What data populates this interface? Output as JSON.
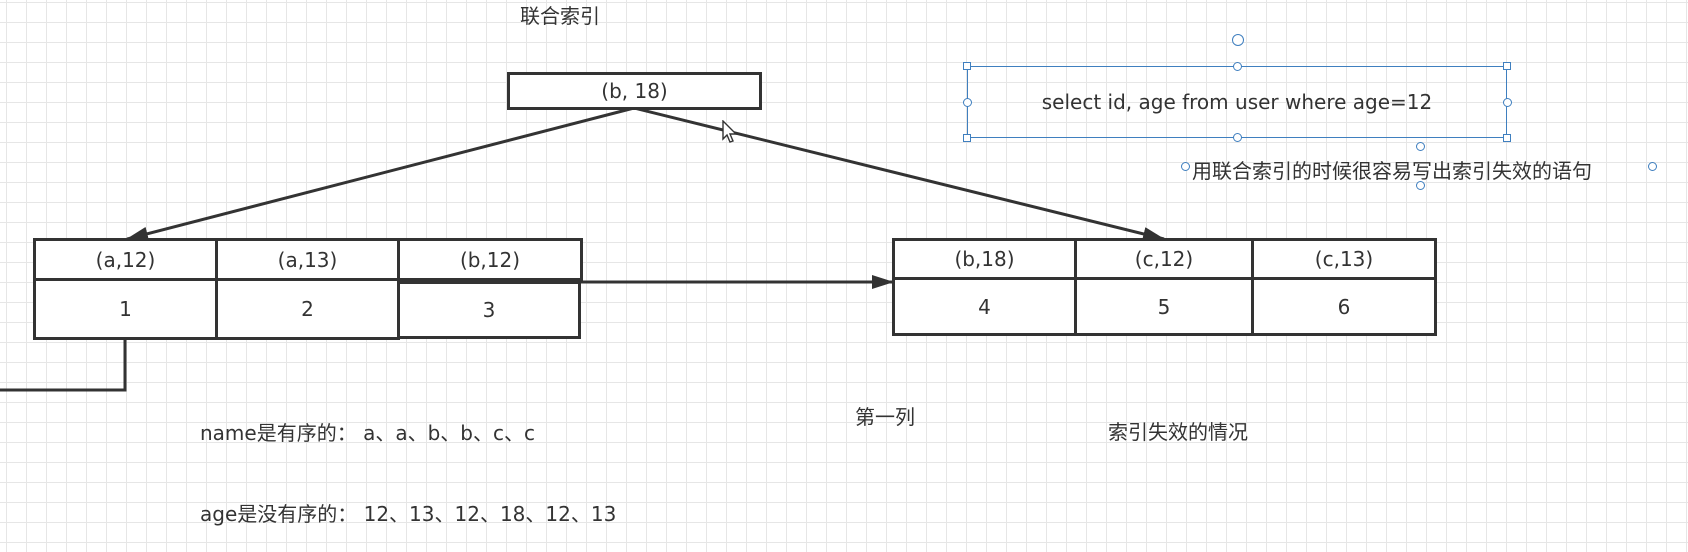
{
  "diagram": {
    "title": "联合索引",
    "root_key": "(b, 18)",
    "left_leaf": {
      "keys": [
        "(a,12)",
        "(a,13)",
        "(b,12)"
      ],
      "values": [
        "1",
        "2",
        "3"
      ]
    },
    "right_leaf": {
      "keys": [
        "(b,18)",
        "(c,12)",
        "(c,13)"
      ],
      "values": [
        "4",
        "5",
        "6"
      ]
    },
    "selected_text": "select id, age from user where age=12",
    "note": "用联合索引的时候很容易写出索引失效的语句",
    "name_line": "name是有序的：  a、a、b、b、c、c",
    "age_line": "age是没有序的：  12、13、12、18、12、13",
    "first_col_label": "第一列",
    "failure_label": "索引失效的情况"
  },
  "colors": {
    "stroke": "#333333",
    "selection": "#3f7fbf",
    "grid": "#e6e6e6"
  }
}
